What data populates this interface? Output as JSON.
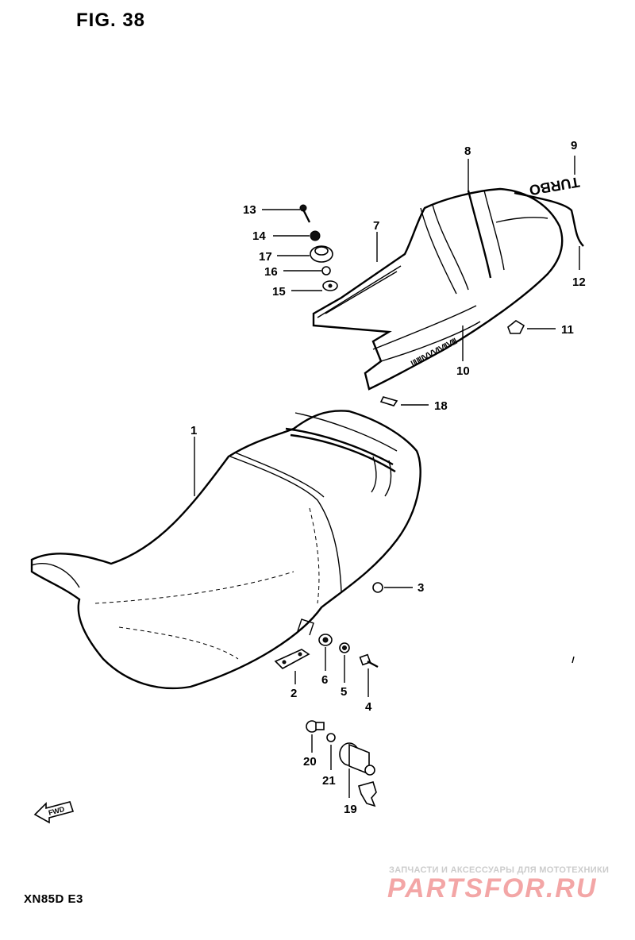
{
  "figure_title": "FIG. 38",
  "model_code": "XN85D E3",
  "tail_emblem_text": "TURBO",
  "fwd_text": "FWD",
  "watermark": {
    "tagline": "ЗАПЧАСТИ И АКСЕССУАРЫ ДЛЯ МОТОТЕХНИКИ",
    "logo": "PARTSFOR.RU"
  },
  "callouts": [
    {
      "id": "1",
      "label": "1"
    },
    {
      "id": "2",
      "label": "2"
    },
    {
      "id": "3",
      "label": "3"
    },
    {
      "id": "4",
      "label": "4"
    },
    {
      "id": "5",
      "label": "5"
    },
    {
      "id": "6",
      "label": "6"
    },
    {
      "id": "7",
      "label": "7"
    },
    {
      "id": "8",
      "label": "8"
    },
    {
      "id": "9",
      "label": "9"
    },
    {
      "id": "10",
      "label": "10"
    },
    {
      "id": "11",
      "label": "11"
    },
    {
      "id": "12",
      "label": "12"
    },
    {
      "id": "13",
      "label": "13"
    },
    {
      "id": "14",
      "label": "14"
    },
    {
      "id": "15",
      "label": "15"
    },
    {
      "id": "16",
      "label": "16"
    },
    {
      "id": "17",
      "label": "17"
    },
    {
      "id": "18",
      "label": "18"
    },
    {
      "id": "19",
      "label": "19"
    },
    {
      "id": "20",
      "label": "20"
    },
    {
      "id": "21",
      "label": "21"
    }
  ]
}
